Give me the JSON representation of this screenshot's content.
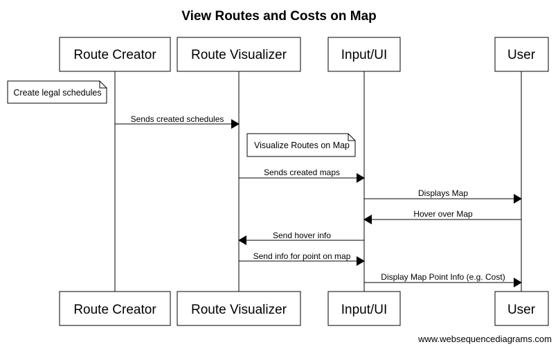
{
  "title": "View Routes and Costs on Map",
  "footer": "www.websequencediagrams.com",
  "participants": [
    "Route Creator",
    "Route Visualizer",
    "Input/UI",
    "User"
  ],
  "notes": [
    {
      "participant": "Route Creator",
      "text": "Create legal schedules"
    },
    {
      "participant": "Route Visualizer",
      "text": "Visualize Routes on Map"
    }
  ],
  "messages": [
    {
      "from": "Route Creator",
      "to": "Route Visualizer",
      "label": "Sends created schedules"
    },
    {
      "from": "Route Visualizer",
      "to": "Input/UI",
      "label": "Sends created maps"
    },
    {
      "from": "Input/UI",
      "to": "User",
      "label": "Displays Map"
    },
    {
      "from": "User",
      "to": "Input/UI",
      "label": "Hover over Map"
    },
    {
      "from": "Input/UI",
      "to": "Route Visualizer",
      "label": "Send hover info"
    },
    {
      "from": "Route Visualizer",
      "to": "Input/UI",
      "label": "Send info for point on map"
    },
    {
      "from": "Input/UI",
      "to": "User",
      "label": "Display Map Point Info (e.g. Cost)"
    }
  ]
}
